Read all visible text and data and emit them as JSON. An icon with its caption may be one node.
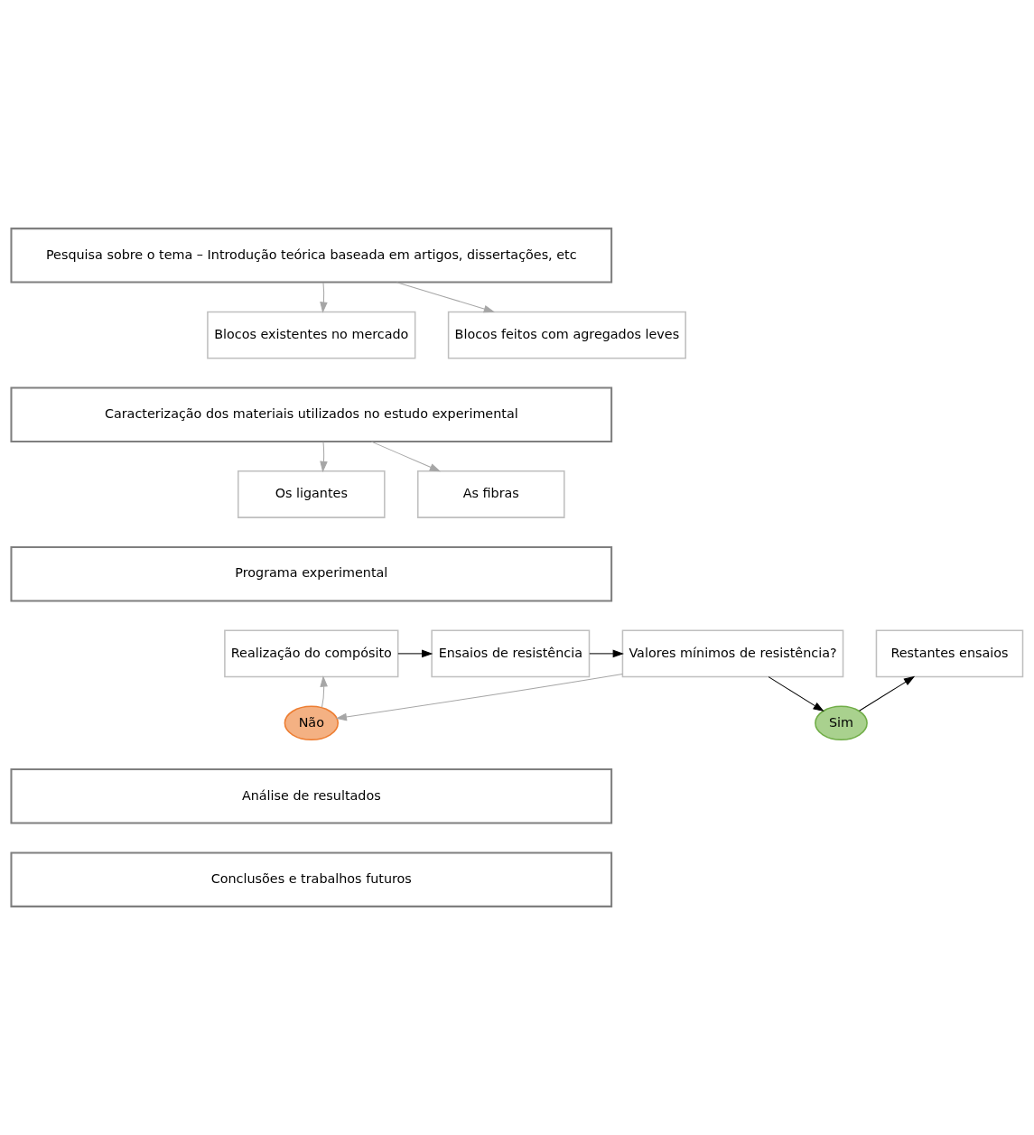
{
  "diagram": {
    "nodes": [
      {
        "text": [
          "Pesquisa sobre o tema – Introdução teórica baseada em artigos, dissertações, etc"
        ]
      },
      {
        "text": [
          "Blocos existentes no mercado"
        ]
      },
      {
        "text": [
          "Blocos feitos com agregados leves"
        ]
      },
      {
        "text": [
          "Caracterização dos materiais utilizados no estudo experimental"
        ]
      },
      {
        "text": [
          "Os ligantes"
        ]
      },
      {
        "text": [
          "As fibras"
        ]
      },
      {
        "text": [
          "Programa experimental"
        ]
      },
      {
        "text": [
          "Realização do compósito"
        ]
      },
      {
        "text": [
          "Ensaios de resistência"
        ]
      },
      {
        "text": [
          "Valores mínimos de resistência?"
        ]
      },
      {
        "text": [
          "Restantes ensaios"
        ]
      },
      {
        "text": [
          "Não"
        ]
      },
      {
        "text": [
          "Sim"
        ]
      },
      {
        "text": [
          "Análise de resultados"
        ]
      },
      {
        "text": [
          "Conclusões e trabalhos futuros"
        ]
      }
    ],
    "edges": [
      {
        "from": 0,
        "to": 1,
        "arrow": "to"
      },
      {
        "from": 0,
        "to": 2,
        "arrow": "to"
      },
      {
        "from": 3,
        "to": 4,
        "arrow": "to"
      },
      {
        "from": 3,
        "to": 5,
        "arrow": "to"
      },
      {
        "from": 7,
        "to": 8,
        "arrow": "to",
        "color": "#000000"
      },
      {
        "from": 8,
        "to": 9,
        "arrow": "to",
        "color": "#000000"
      },
      {
        "from": 9,
        "to": 11,
        "arrow": "to"
      },
      {
        "from": 9,
        "to": 12,
        "arrow": "to",
        "color": "#000000"
      },
      {
        "from": 11,
        "to": 7,
        "arrow": "to"
      },
      {
        "from": 12,
        "to": 10,
        "arrow": "to",
        "color": "#000000"
      }
    ]
  }
}
